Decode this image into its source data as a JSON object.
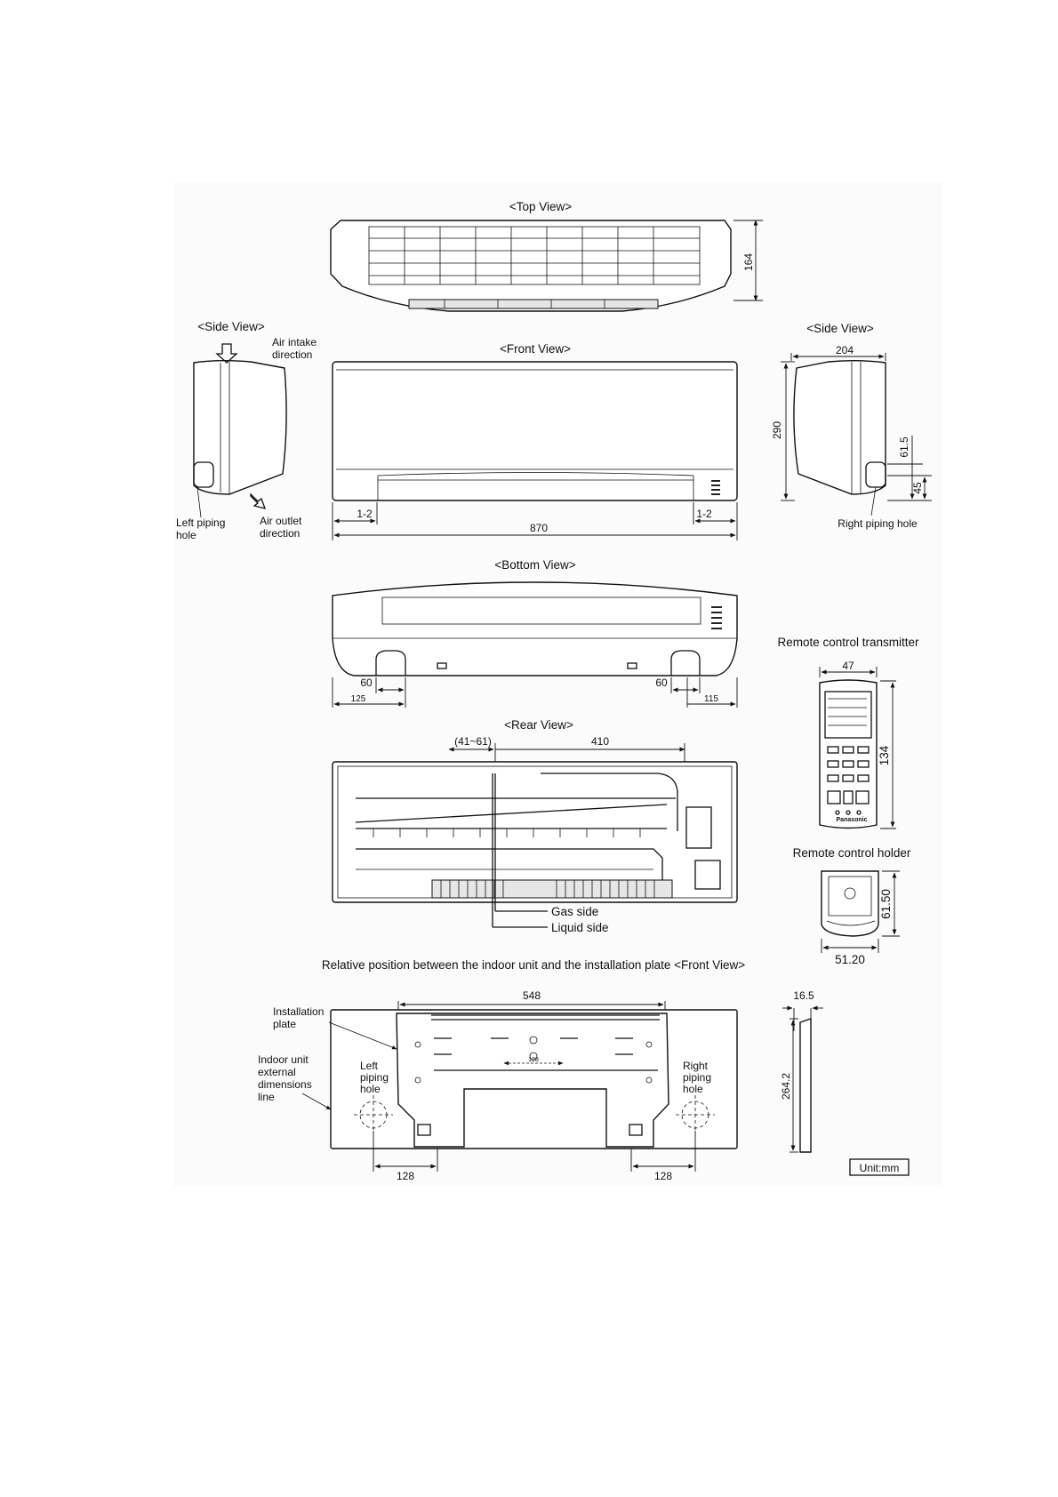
{
  "views": {
    "top": {
      "title": "<Top View>",
      "dim_height": "164"
    },
    "side_left": {
      "title": "<Side View>",
      "air_intake": [
        "Air intake",
        "direction"
      ],
      "air_outlet": [
        "Air outlet",
        "direction"
      ],
      "left_piping": [
        "Left piping",
        "hole"
      ]
    },
    "front": {
      "title": "<Front View>",
      "dim_gap_left": "1-2",
      "dim_gap_right": "1-2",
      "dim_width": "870"
    },
    "side_right": {
      "title": "<Side View>",
      "dim_depth": "204",
      "dim_height": "290",
      "dim_pipe_height": "61.5",
      "dim_pipe_offset": "45",
      "right_piping": "Right piping hole"
    },
    "bottom": {
      "title": "<Bottom View>",
      "dim_left_60": "60",
      "dim_left_125": "125",
      "dim_right_60": "60",
      "dim_right_115": "115"
    },
    "rear": {
      "title": "<Rear View>",
      "dim_offset": "(41~61)",
      "dim_span": "410",
      "gas_side": "Gas side",
      "liquid_side": "Liquid side"
    },
    "remote": {
      "title": "Remote control transmitter",
      "dim_width": "47",
      "dim_height": "134",
      "brand": "Panasonic"
    },
    "holder": {
      "title": "Remote control holder",
      "dim_height": "61.50",
      "dim_width": "51.20"
    },
    "plate": {
      "title": "Relative position between the indoor unit and the installation plate <Front View>",
      "dim_width": "548",
      "dim_thickness": "16.5",
      "dim_height": "264.2",
      "dim_left_128": "128",
      "dim_right_128": "128",
      "dim_inner_128": "128",
      "installation_plate": [
        "Installation",
        "plate"
      ],
      "indoor_unit_line": [
        "Indoor unit",
        "external",
        "dimensions",
        "line"
      ],
      "left_piping": [
        "Left",
        "piping",
        "hole"
      ],
      "right_piping": [
        "Right",
        "piping",
        "hole"
      ],
      "unit": "Unit:mm"
    }
  }
}
